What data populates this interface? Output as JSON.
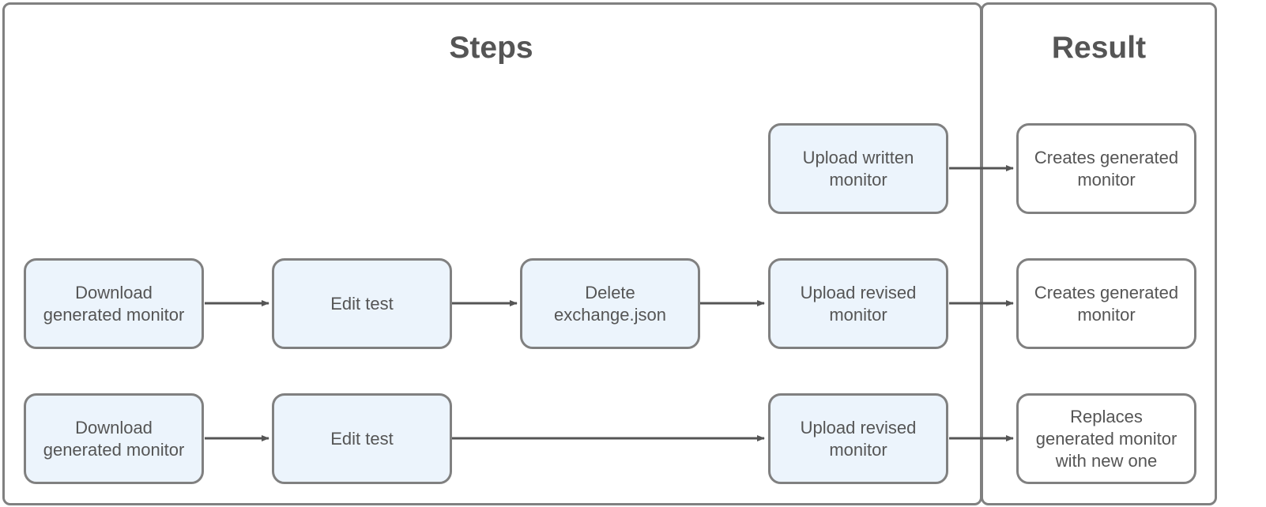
{
  "panels": {
    "steps_title": "Steps",
    "result_title": "Result"
  },
  "rows": [
    {
      "steps": [
        "Upload written\nmonitor"
      ],
      "result": "Creates generated\nmonitor"
    },
    {
      "steps": [
        "Download\ngenerated monitor",
        "Edit test",
        "Delete\nexchange.json",
        "Upload revised\nmonitor"
      ],
      "result": "Creates generated\nmonitor"
    },
    {
      "steps": [
        "Download\ngenerated monitor",
        "Edit test",
        "Upload revised\nmonitor"
      ],
      "result": "Replaces\ngenerated monitor\nwith new one"
    }
  ],
  "colors": {
    "step_fill": "#ecf4fc",
    "result_fill": "#ffffff",
    "stroke": "#808080",
    "arrow": "#555555",
    "text": "#555555"
  }
}
